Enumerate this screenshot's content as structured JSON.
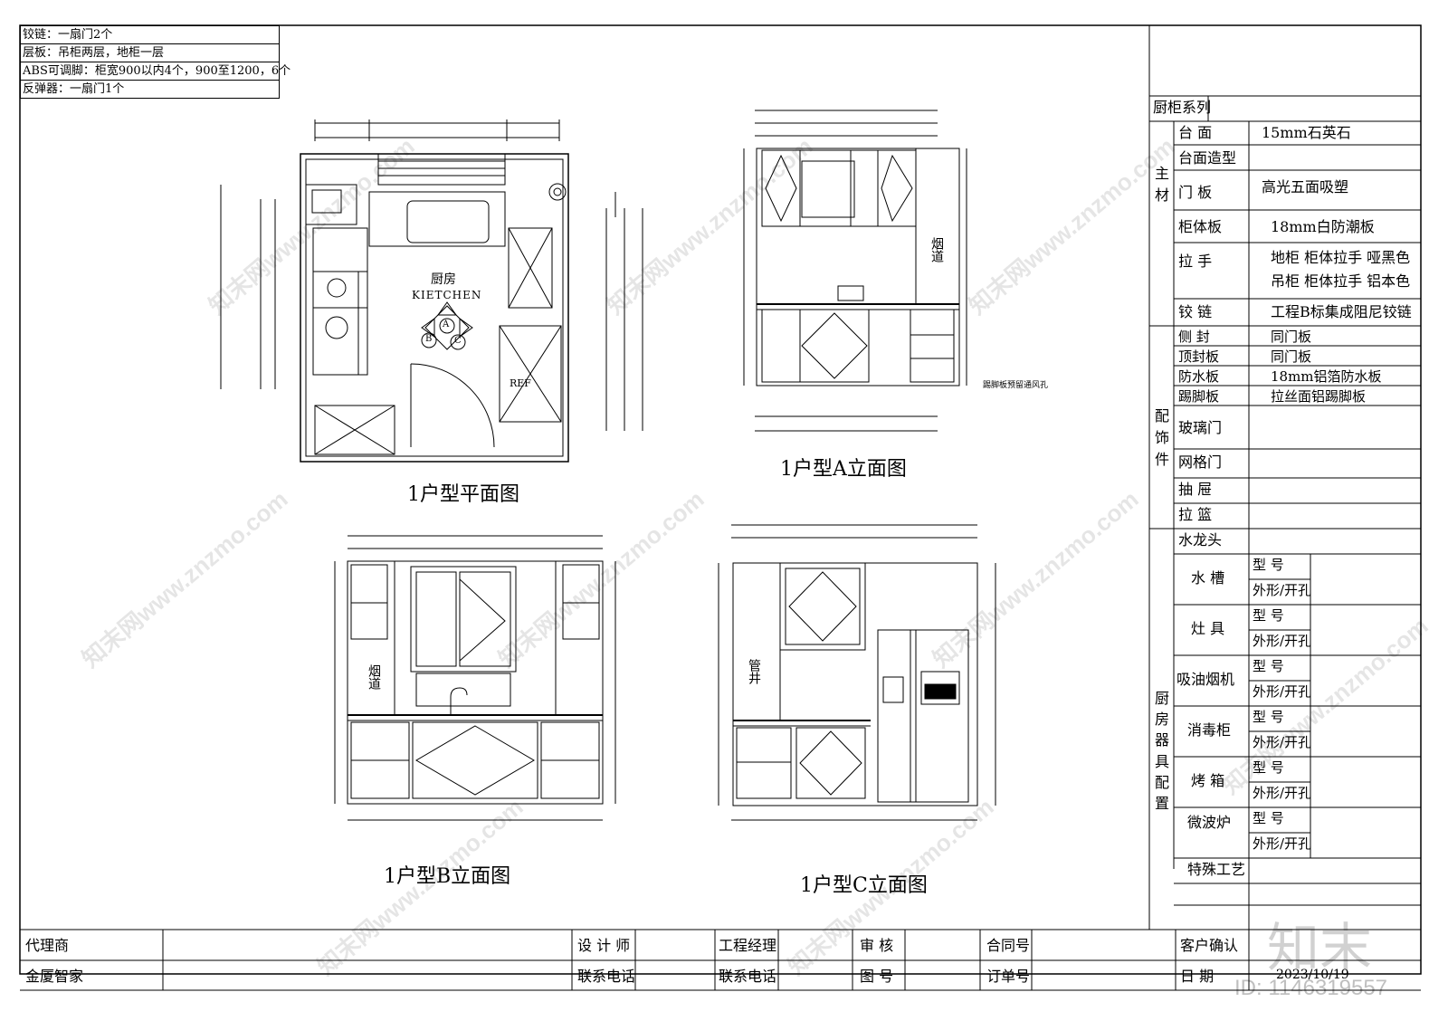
{
  "notes": [
    "铰链：一扇门2个",
    "层板：吊柜两层，地柜一层",
    "ABS可调脚：柜宽900以内4个，900至1200，6个",
    "反弹器：一扇门1个"
  ],
  "drawings": {
    "plan": {
      "title": "1户型平面图",
      "room_cn": "厨房",
      "room_en": "KIETCHEN",
      "ref": "REF",
      "marks": [
        "A",
        "B",
        "C"
      ]
    },
    "elev_a": {
      "title": "1户型A立面图",
      "flue": "烟道",
      "note": "踢脚板预留通风孔"
    },
    "elev_b": {
      "title": "1户型B立面图",
      "flue": "烟道"
    },
    "elev_c": {
      "title": "1户型C立面图",
      "pipe": "管井"
    }
  },
  "spec": {
    "header": "厨柜系列",
    "groups": {
      "main": "主材",
      "accessory": "配饰件",
      "appliance": "厨房器具配置"
    },
    "main": [
      {
        "label": "台 面",
        "value": "15mm石英石"
      },
      {
        "label": "台面造型",
        "value": ""
      },
      {
        "label": "门 板",
        "value": "高光五面吸塑"
      },
      {
        "label": "柜体板",
        "value": "18mm白防潮板"
      },
      {
        "label": "拉 手",
        "value": "地柜 柜体拉手 哑黑色",
        "value2": "吊柜 柜体拉手 铝本色"
      },
      {
        "label": "铰 链",
        "value": "工程B标集成阻尼铰链"
      }
    ],
    "accessory": [
      {
        "label": "侧 封",
        "value": "同门板"
      },
      {
        "label": "顶封板",
        "value": "同门板"
      },
      {
        "label": "防水板",
        "value": "18mm铝箔防水板"
      },
      {
        "label": "踢脚板",
        "value": "拉丝面铝踢脚板"
      },
      {
        "label": "玻璃门",
        "value": ""
      },
      {
        "label": "网格门",
        "value": ""
      },
      {
        "label": "抽 屉",
        "value": ""
      },
      {
        "label": "拉 篮",
        "value": ""
      }
    ],
    "faucet": "水龙头",
    "appliances": [
      "水 槽",
      "灶 具",
      "吸油烟机",
      "消毒柜",
      "烤 箱",
      "微波炉"
    ],
    "model_label": "型 号",
    "shape_label": "外形/开孔",
    "special": "特殊工艺"
  },
  "titleblock": {
    "agent_label": "代理商",
    "agent_value": "金厦智家",
    "designer": "设 计 师",
    "contact1": "联系电话",
    "pm": "工程经理",
    "contact2": "联系电话",
    "review": "审 核",
    "drawing_no": "图 号",
    "contract_no": "合同号",
    "order_no": "订单号",
    "client_confirm": "客户确认",
    "date_label": "日 期",
    "date_value": "2023/10/19"
  },
  "watermark": {
    "text": "知末网www.znzmo.com",
    "logo": "知末",
    "id": "ID: 1146319557"
  }
}
